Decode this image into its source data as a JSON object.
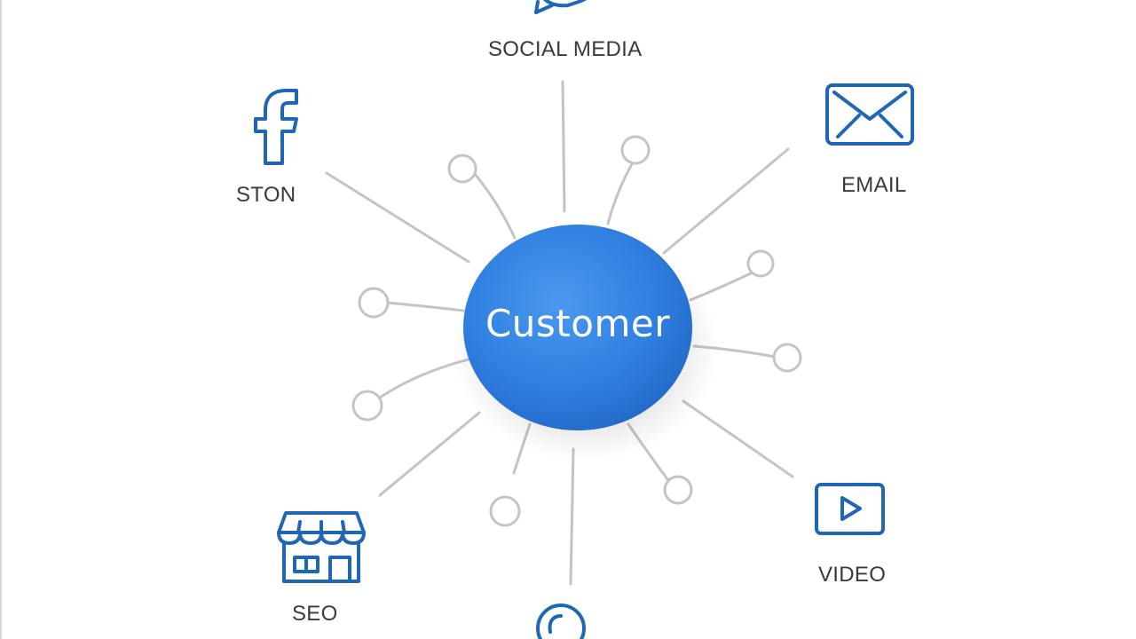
{
  "hub": {
    "label": "Customer",
    "color": "#2f7fe0"
  },
  "channels": [
    {
      "name": "social-media",
      "label": "SOCIAL MEDIA",
      "icon": "chat-bubble-icon"
    },
    {
      "name": "ston",
      "label": "STON",
      "icon": "facebook-icon"
    },
    {
      "name": "email",
      "label": "EMAIL",
      "icon": "envelope-icon"
    },
    {
      "name": "video",
      "label": "VIDEO",
      "icon": "play-icon"
    },
    {
      "name": "seo",
      "label": "SEO",
      "icon": "storefront-icon"
    },
    {
      "name": "bottom",
      "label": "",
      "icon": "circle-icon"
    }
  ],
  "colors": {
    "icon": "#1f67b5",
    "line": "#c4c4c4",
    "node_stroke": "#c4c4c4",
    "text": "#3a3a3a"
  }
}
